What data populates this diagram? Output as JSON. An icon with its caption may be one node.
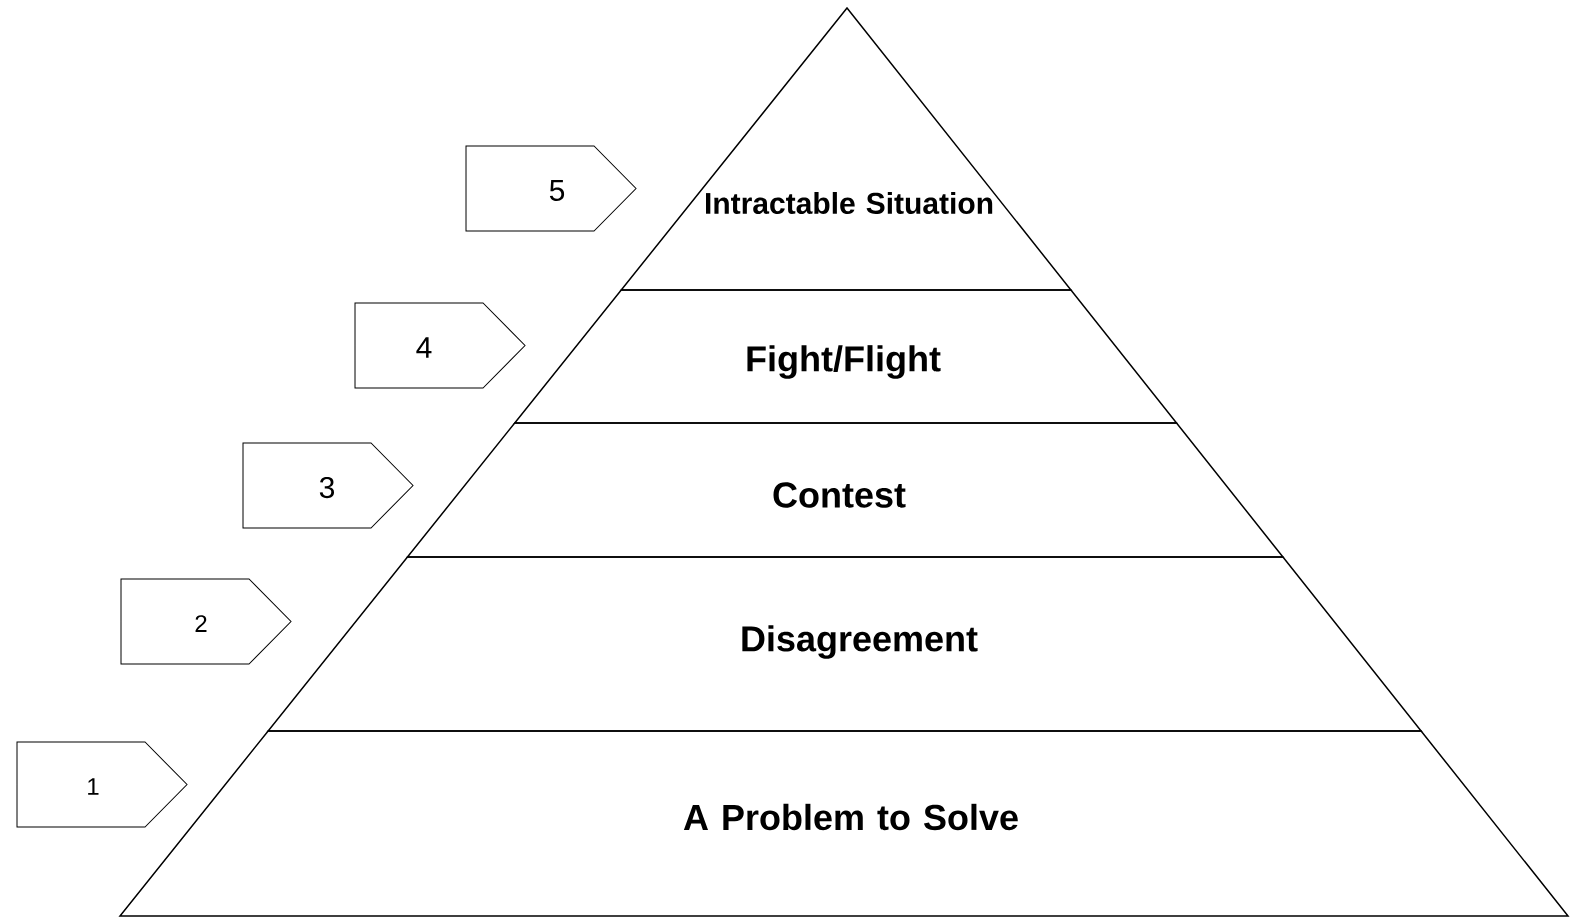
{
  "diagram": {
    "nodes": [
      {
        "text": [
          "5"
        ]
      },
      {
        "text": [
          "Intractable Situation"
        ]
      },
      {
        "text": [
          "4"
        ]
      },
      {
        "text": [
          "Fight/Flight"
        ]
      },
      {
        "text": [
          "3"
        ]
      },
      {
        "text": [
          "Contest"
        ]
      },
      {
        "text": [
          "2"
        ]
      },
      {
        "text": [
          "Disagreement"
        ]
      },
      {
        "text": [
          "1"
        ]
      },
      {
        "text": [
          "A Problem to Solve"
        ]
      }
    ]
  }
}
